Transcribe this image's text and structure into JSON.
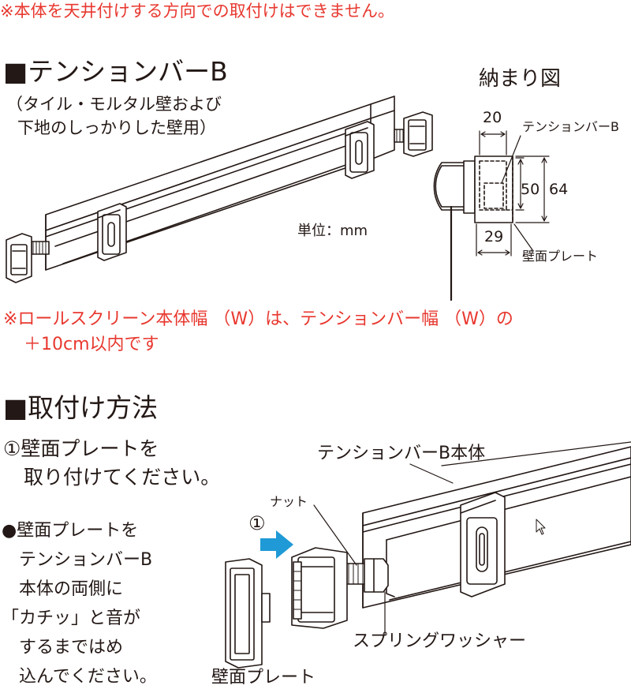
{
  "notes": {
    "ceiling_warning": "※本体を天井付けする方向での取付けはできません。",
    "width_note_line1": "※ロールスクリーン本体幅 （W）は、テンションバー幅 （W）の",
    "width_note_line2": "＋10cm以内です"
  },
  "tension_bar_section": {
    "heading": "■テンションバーB",
    "subtitle_line1": "（タイル・モルタル壁および",
    "subtitle_line2": "下地のしっかりした壁用）",
    "unit_label": "単位：mm"
  },
  "fit_diagram": {
    "title": "納まり図",
    "dim_20": "20",
    "dim_50": "50",
    "dim_64": "64",
    "dim_29": "29",
    "label_tension_bar": "テンションバーB",
    "label_wall_plate": "壁面プレート"
  },
  "install_section": {
    "heading": "■取付け方法",
    "step1_line1": "①壁面プレートを",
    "step1_line2": "取り付けてください。",
    "bullet_line1": "●壁面プレートを",
    "bullet_line2": "テンションバーB",
    "bullet_line3": "本体の両側に",
    "bullet_line4": "「カチッ」と音が",
    "bullet_line5": "するまではめ",
    "bullet_line6": "込んでください。"
  },
  "install_diagram": {
    "label_body": "テンションバーB本体",
    "label_nut": "ナット",
    "step_marker": "①",
    "label_spring_washer": "スプリングワッシャー",
    "label_wall_plate": "壁面プレート"
  },
  "colors": {
    "note_red": "#e8382f",
    "arrow_blue": "#1f9ad6",
    "ink": "#231815"
  }
}
